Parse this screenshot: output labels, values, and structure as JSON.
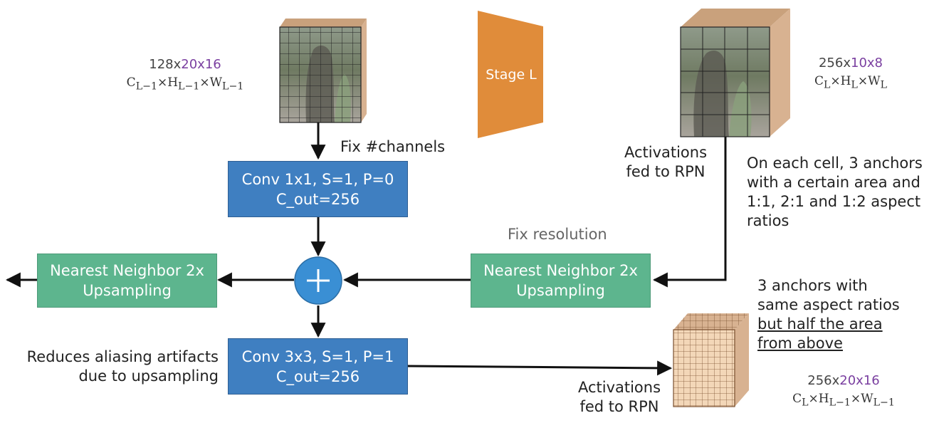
{
  "stage": {
    "label": "Stage L"
  },
  "top_left_dims": {
    "prefix": "128x",
    "hw": "20x16",
    "formula": "C_{L-1}×H_{L-1}×W_{L-1}"
  },
  "top_right_dims": {
    "prefix": "256x",
    "hw": "10x8",
    "formula": "C_L×H_L×W_L"
  },
  "bottom_right_dims": {
    "prefix": "256x",
    "hw": "20x16",
    "formula": "C_L×H_{L-1}×W_{L-1}"
  },
  "conv1": {
    "line1": "Conv 1x1, S=1, P=0",
    "line2": "C_out=256"
  },
  "conv3": {
    "line1": "Conv 3x3, S=1, P=1",
    "line2": "C_out=256"
  },
  "nn_left": {
    "line1": "Nearest Neighbor 2x",
    "line2": "Upsampling"
  },
  "nn_right": {
    "line1": "Nearest Neighbor 2x",
    "line2": "Upsampling"
  },
  "plus": "+",
  "labels": {
    "fix_channels": "Fix #channels",
    "fix_resolution": "Fix resolution",
    "activations_top": [
      "Activations",
      "fed to RPN"
    ],
    "activations_bottom": [
      "Activations",
      "fed to RPN"
    ],
    "anchors_top": [
      "On each cell, 3 anchors",
      "with a certain area and",
      "1:1, 2:1 and 1:2 aspect",
      "ratios"
    ],
    "anchors_bottom": [
      "3 anchors with",
      "same aspect ratios"
    ],
    "anchors_bottom_underlined": [
      "but half the area",
      "from above"
    ],
    "aliasing": [
      "Reduces aliasing artifacts",
      "due to upsampling"
    ]
  },
  "colors": {
    "conv_box": "#3f7fc1",
    "nn_box": "#5db58e",
    "stage": "#e08c3a",
    "plus_circle": "#3a8fd4",
    "cube_side": "#d8b291",
    "hw_purple": "#7a3fa0"
  },
  "icons": {
    "plus": "plus-icon",
    "arrow": "arrow-icon"
  }
}
